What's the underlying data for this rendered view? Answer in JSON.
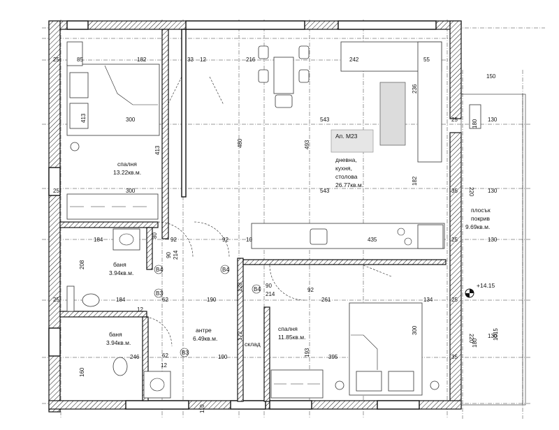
{
  "apartment_tag": "Ап. М23",
  "rooms": {
    "bedroom1": {
      "name": "спалня",
      "area": "13.22кв.м."
    },
    "living": {
      "line1": "дневна,",
      "line2": "кухня,",
      "line3": "столова",
      "area": "26.77кв.м."
    },
    "bath1": {
      "name": "баня",
      "area": "3.94кв.м."
    },
    "bath2": {
      "name": "баня",
      "area": "3.94кв.м."
    },
    "hall": {
      "name": "антре",
      "area": "6.49кв.м."
    },
    "storage": {
      "name": "склад"
    },
    "bedroom2": {
      "name": "спалня",
      "area": "11.85кв.м."
    },
    "terrace": {
      "line1": "плосък",
      "line2": "покрив",
      "area": "9.69кв.м."
    }
  },
  "elevation": "+14.15",
  "door_codes": {
    "b4": "B4",
    "b3": "B3"
  },
  "dims": {
    "d182a": "182",
    "d33": "33",
    "d12": "12",
    "d216": "216",
    "d242": "242",
    "d55": "55",
    "d25": "25",
    "d85": "85",
    "d150": "150",
    "d413": "413",
    "d300": "300",
    "d480": "480",
    "d543": "543",
    "d493": "493",
    "d236": "236",
    "d130": "130",
    "d35": "35",
    "d180": "180",
    "d220": "220",
    "d184": "184",
    "d80": "80",
    "d92": "92",
    "d10": "10",
    "d435": "435",
    "d208": "208",
    "d90": "90",
    "d214": "214",
    "d128": "128",
    "d62": "62",
    "d190": "190",
    "d261": "261",
    "d134": "134",
    "d172": "172",
    "d193": "193",
    "d395": "395",
    "d246": "246",
    "d160": "160",
    "d110": "110",
    "d1015": "1015"
  }
}
